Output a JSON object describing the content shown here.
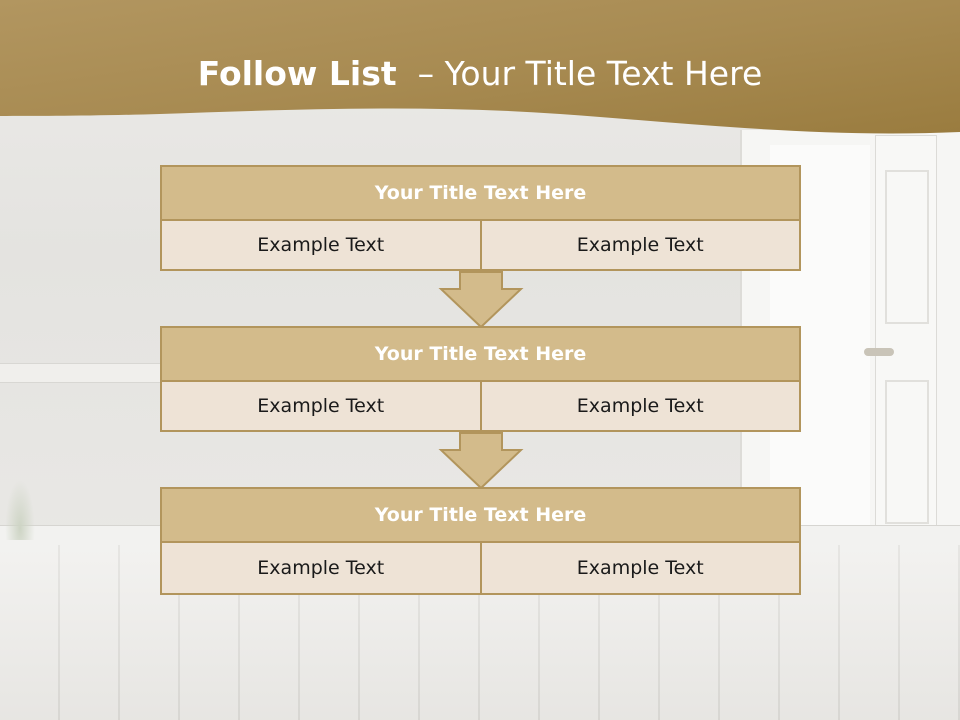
{
  "header": {
    "title_bold": "Follow List",
    "title_rest": "  – Your Title Text Here"
  },
  "colors": {
    "header_band": "#a78a4e",
    "block_title_bg": "#d3bb8b",
    "block_border": "#b2955c",
    "cell_bg": "#eee3d6"
  },
  "steps": [
    {
      "title": "Your Title Text Here",
      "left": "Example Text",
      "right": "Example Text"
    },
    {
      "title": "Your Title Text Here",
      "left": "Example Text",
      "right": "Example Text"
    },
    {
      "title": "Your Title Text Here",
      "left": "Example Text",
      "right": "Example Text"
    }
  ]
}
